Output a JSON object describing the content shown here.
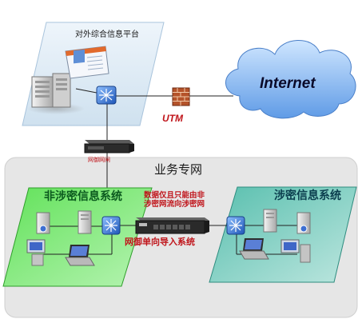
{
  "diagram": {
    "platform_title": "对外综合信息平台",
    "internet_label": "Internet",
    "utm_label": "UTM",
    "gateway_label": "网御网闸",
    "business_network_label": "业务专网",
    "nonsecret_system_label": "非涉密信息系统",
    "secret_system_label": "涉密信息系统",
    "flow_note": "数据仅且只能由非\n涉密网流向涉密网",
    "import_system_label": "网御单向导入系统"
  },
  "colors": {
    "accent_red": "#c0151b",
    "nonsecret_zone": "#4fd64a",
    "secret_zone": "#4fb3a6",
    "platform_zone": "#dbeaf5",
    "business_zone": "#e6e6e6"
  },
  "icons": [
    "cloud-icon",
    "firewall-icon",
    "server-icon",
    "switch-icon",
    "gateway-appliance-icon",
    "desktop-icon",
    "laptop-icon",
    "web-screen-icon"
  ]
}
